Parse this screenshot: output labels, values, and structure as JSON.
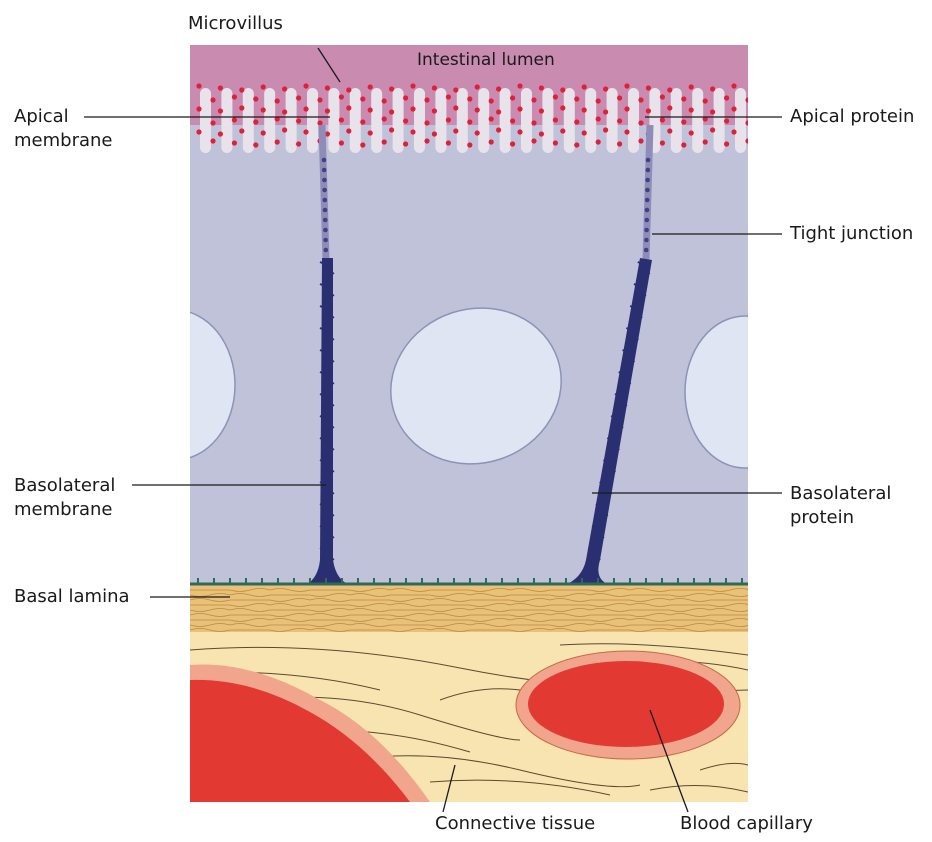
{
  "labels": {
    "microvillus": "Microvillus",
    "intestinal_lumen": "Intestinal lumen",
    "apical_membrane_1": "Apical",
    "apical_membrane_2": "membrane",
    "apical_protein": "Apical protein",
    "tight_junction": "Tight junction",
    "basolateral_membrane_1": "Basolateral",
    "basolateral_membrane_2": "membrane",
    "basolateral_protein_1": "Basolateral",
    "basolateral_protein_2": "protein",
    "basal_lamina": "Basal lamina",
    "connective_tissue": "Connective tissue",
    "blood_capillary": "Blood capillary"
  },
  "colors": {
    "lumen": "#c98bb0",
    "microvilli": "#e8e3ea",
    "apical_protein": "#e0203a",
    "cytoplasm": "#bfc2d8",
    "nucleus": "#dfe5f3",
    "basolateral_membrane": "#2a2f72",
    "basal_lamina": "#e9c27a",
    "connective_tissue": "#f8e4b0",
    "capillary_outer": "#f0a58c",
    "capillary_inner": "#e23a33"
  }
}
